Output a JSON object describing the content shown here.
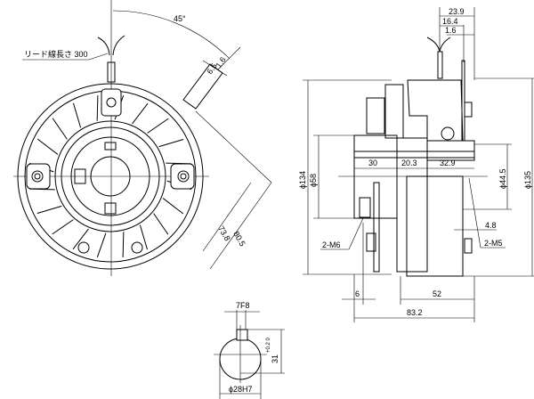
{
  "title_labels": {
    "lead_wire": "リード線長さ 300",
    "angle": "45°",
    "front_dim_1": "1.6",
    "front_dim_2": "6.5",
    "radius_1": "73.8",
    "radius_2": "80.5"
  },
  "side_view": {
    "top_1": "23.9",
    "top_2": "16.4",
    "top_3": "1.6",
    "dia_left": "ϕ134",
    "dia_hub": "ϕ58",
    "dia_right": "ϕ135",
    "dia_bore": "ϕ44.5",
    "len_1": "30",
    "len_2": "20.3",
    "len_3": "32.9",
    "screw_left": "2-M6",
    "screw_right": "2-M5",
    "depth": "4.8",
    "bot_1": "6",
    "bot_2": "52",
    "total": "83.2"
  },
  "keyway": {
    "width": "7F8",
    "height": "31",
    "tol": "+0.2 0",
    "bore": "ϕ28H7"
  }
}
